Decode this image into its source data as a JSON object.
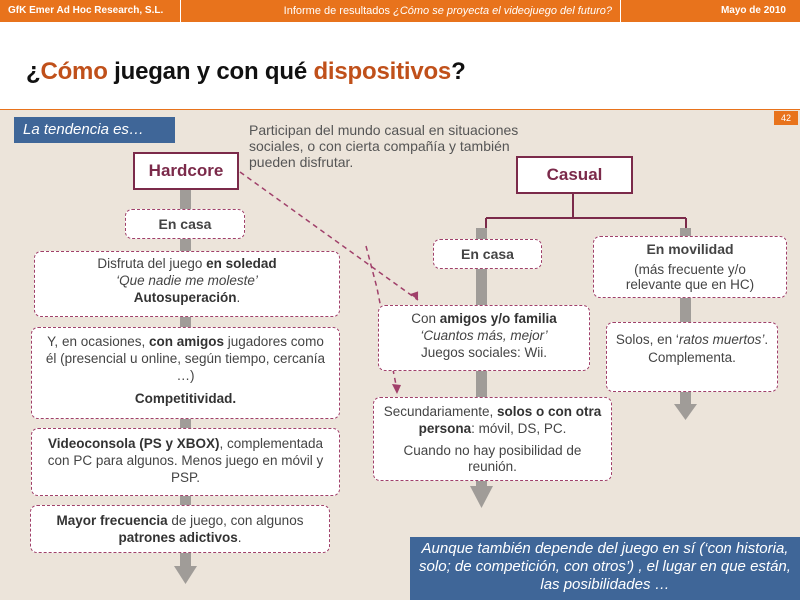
{
  "header": {
    "company": "GfK Emer Ad Hoc Research, S.L.",
    "report_prefix": "Informe de resultados ",
    "report_title": "¿Cómo se proyecta el videojuego del futuro?",
    "date": "Mayo de 2010"
  },
  "slide": {
    "title_open": "¿",
    "title_acc1": "Cómo",
    "title_mid": " juegan y con qué ",
    "title_acc2": "dispositivos",
    "title_close": "?",
    "page_number": "42",
    "tendencia_label": "La tendencia es…",
    "casual_note": "Participan del mundo casual en situaciones sociales, o con cierta compañía y también pueden disfrutar."
  },
  "hardcore": {
    "label": "Hardcore",
    "en_casa": "En casa",
    "box1": {
      "pre": "Disfruta del juego ",
      "bold": "en soledad",
      "quote": "‘Que nadie me moleste’",
      "bold2": "Autosuperación",
      "post2": "."
    },
    "box2": {
      "pre": "Y, en ocasiones, ",
      "bold": "con amigos",
      "post": " jugadores como él (presencial u online, según tiempo, cercanía …)",
      "bold2": "Competitividad."
    },
    "box3": {
      "bold": "Videoconsola (PS y XBOX)",
      "post": ", complementada con PC para algunos. Menos juego en móvil y PSP."
    },
    "box4": {
      "bold": "Mayor frecuencia",
      "mid": " de juego, con algunos ",
      "bold2": "patrones adictivos",
      "post": "."
    }
  },
  "casual": {
    "label": "Casual",
    "en_casa": "En casa",
    "en_movilidad": "En movilidad",
    "movilidad_note": "(más frecuente y/o relevante que en HC)",
    "box_amigos": {
      "pre": "Con ",
      "bold": "amigos y/o familia",
      "quote": "‘Cuantos más, mejor’",
      "line3": "Juegos sociales: Wii."
    },
    "box_solos": {
      "pre": "Secundariamente, ",
      "bold": "solos o con otra persona",
      "post": ": móvil, DS, PC.",
      "line2": "Cuando no hay posibilidad de reunión."
    },
    "box_ratos": {
      "pre": "Solos, en ‘",
      "italic": "ratos muertos’",
      "post": ".",
      "line2": "Complementa."
    }
  },
  "footer_note": "Aunque también depende del juego en sí (‘con historia, solo; de competición, con otros’) , el lugar en que están, las posibilidades …",
  "colors": {
    "orange": "#e8731c",
    "maroon": "#7b2a4a",
    "blue": "#3f6698",
    "background": "#ece4da",
    "arrow": "#a09c98"
  }
}
